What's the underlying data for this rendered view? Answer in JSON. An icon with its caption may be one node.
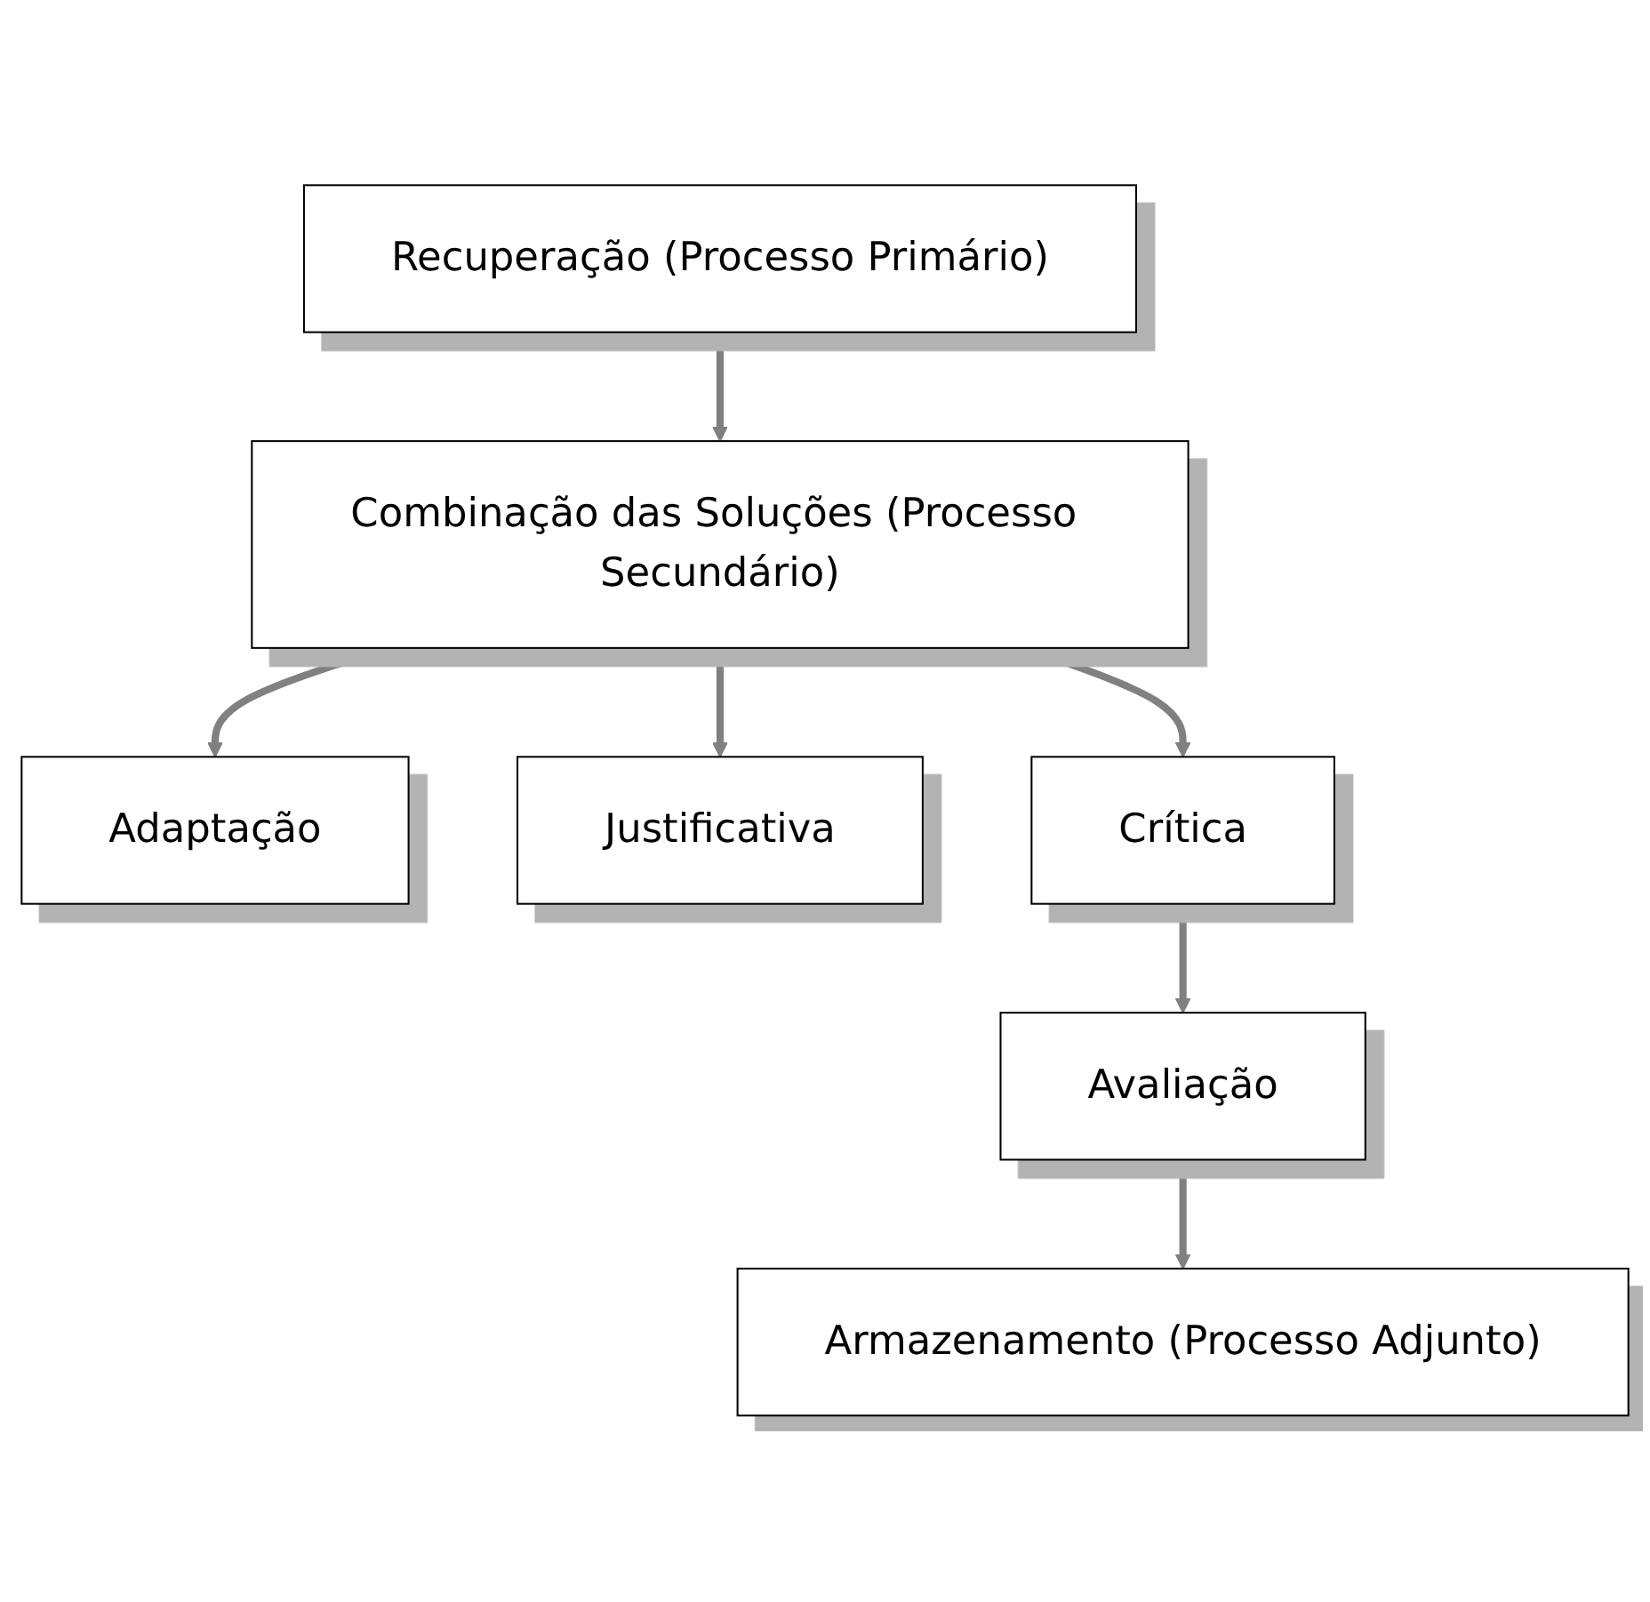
{
  "diagram": {
    "nodes": [
      {
        "text": [
          "Recuperação (Processo Primário)"
        ]
      },
      {
        "text": [
          "Combinação das Soluções (Processo Secundário)"
        ]
      },
      {
        "text": [
          "Adaptação"
        ]
      },
      {
        "text": [
          "Justificativa"
        ]
      },
      {
        "text": [
          "Crítica"
        ]
      },
      {
        "text": [
          "Avaliação"
        ]
      },
      {
        "text": [
          "Armazenamento (Processo Adjunto)"
        ]
      }
    ],
    "edges": [
      {
        "from": 0,
        "to": 1,
        "arrow": "both"
      },
      {
        "from": 1,
        "to": 2,
        "arrow": "to"
      },
      {
        "from": 1,
        "to": 3,
        "arrow": "to"
      },
      {
        "from": 1,
        "to": 4,
        "arrow": "to"
      },
      {
        "from": 4,
        "to": 5,
        "arrow": "to"
      },
      {
        "from": 5,
        "to": 6,
        "arrow": "to"
      }
    ]
  }
}
